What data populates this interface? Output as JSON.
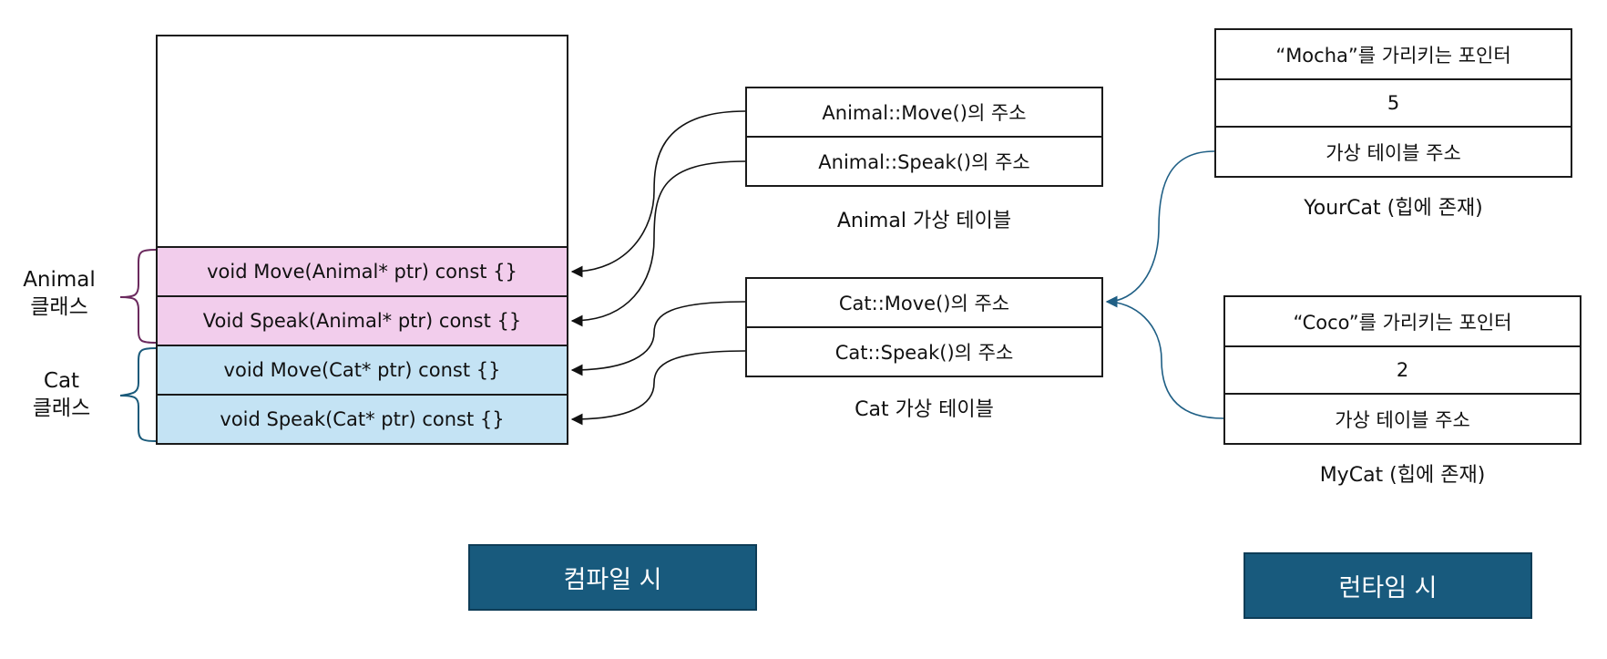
{
  "memory_block": {
    "rows": [
      {
        "label": "void Move(Animal* ptr) const {}",
        "color": "#f2cdec"
      },
      {
        "label": "Void Speak(Animal* ptr) const {}",
        "color": "#f2cdec"
      },
      {
        "label": "void Move(Cat* ptr) const {}",
        "color": "#c4e3f4"
      },
      {
        "label": "void Speak(Cat* ptr) const {}",
        "color": "#c4e3f4"
      }
    ],
    "animal_group_label_line1": "Animal",
    "animal_group_label_line2": "클래스",
    "cat_group_label_line1": "Cat",
    "cat_group_label_line2": "클래스"
  },
  "vtables": {
    "animal": {
      "entries": [
        "Animal::Move()의 주소",
        "Animal::Speak()의 주소"
      ],
      "caption": "Animal 가상 테이블"
    },
    "cat": {
      "entries": [
        "Cat::Move()의 주소",
        "Cat::Speak()의 주소"
      ],
      "caption": "Cat 가상 테이블"
    }
  },
  "objects": {
    "your_cat": {
      "fields": [
        "“Mocha”를 가리키는 포인터",
        "5",
        "가상 테이블 주소"
      ],
      "caption": "YourCat (힙에 존재)"
    },
    "my_cat": {
      "fields": [
        "“Coco”를 가리키는 포인터",
        "2",
        "가상 테이블 주소"
      ],
      "caption": "MyCat (힙에 존재)"
    }
  },
  "buttons": {
    "compile_time": "컴파일 시",
    "runtime": "런타임 시"
  },
  "colors": {
    "animal_fill": "#f2cdec",
    "cat_fill": "#c4e3f4",
    "animal_brace": "#6b2a5e",
    "cat_brace": "#1a5a7a",
    "runtime_arrow": "#1f5f85",
    "button_fill": "#185a7d"
  }
}
